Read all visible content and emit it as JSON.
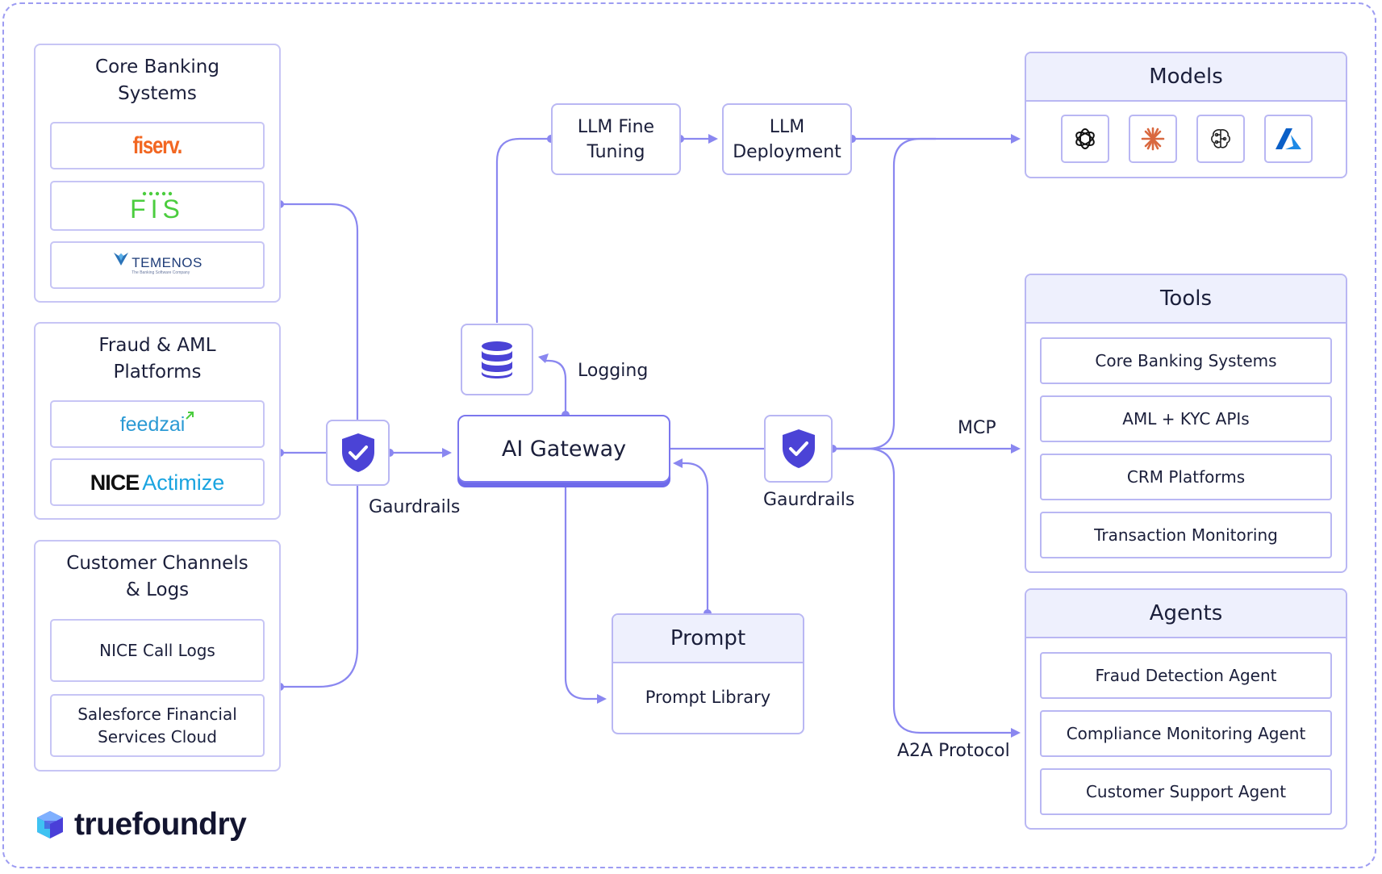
{
  "left_groups": {
    "core_banking": {
      "title": "Core Banking\nSystems",
      "logos": [
        "fiserv.",
        "FIS",
        "TEMENOS",
        "The Banking Software Company"
      ]
    },
    "fraud_aml": {
      "title": "Fraud & AML\nPlatforms",
      "logos": [
        "feedzai",
        "NICE",
        "Actimize"
      ]
    },
    "customer": {
      "title": "Customer Channels\n& Logs",
      "items": [
        "NICE Call Logs",
        "Salesforce Financial\nServices Cloud"
      ]
    }
  },
  "center": {
    "gateway": "AI Gateway",
    "guardrails_left": "Gaurdrails",
    "guardrails_right": "Gaurdrails",
    "logging": "Logging",
    "llm_fine_tuning": "LLM Fine\nTuning",
    "llm_deployment": "LLM\nDeployment",
    "prompt_title": "Prompt",
    "prompt_library": "Prompt Library",
    "mcp": "MCP",
    "a2a": "A2A Protocol"
  },
  "right_groups": {
    "models": {
      "title": "Models",
      "icons": [
        "openai-icon",
        "anthropic-icon",
        "brain-chip-icon",
        "azure-icon"
      ]
    },
    "tools": {
      "title": "Tools",
      "items": [
        "Core Banking Systems",
        "AML + KYC APIs",
        "CRM Platforms",
        "Transaction Monitoring"
      ]
    },
    "agents": {
      "title": "Agents",
      "items": [
        "Fraud Detection Agent",
        "Compliance Monitoring Agent",
        "Customer Support Agent"
      ]
    }
  },
  "brand": {
    "name": "truefoundry"
  },
  "colors": {
    "accent": "#8a87f0",
    "shield": "#4b43d6",
    "panel_border": "#c7c5f5",
    "header_fill": "#eef0fd"
  }
}
